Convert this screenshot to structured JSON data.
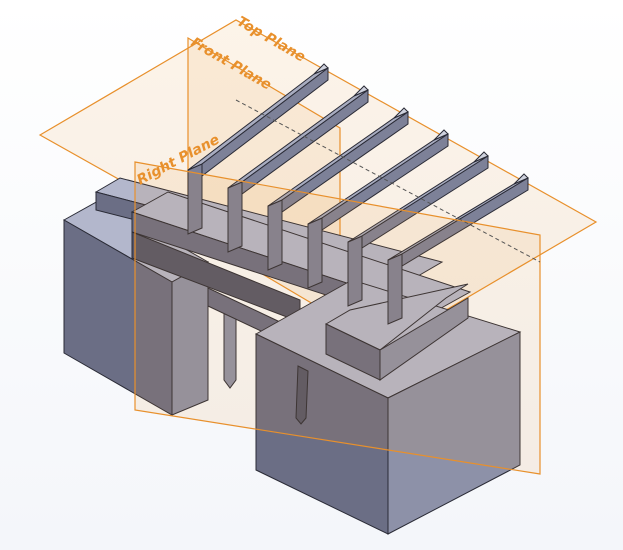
{
  "viewport": {
    "background": "#ffffff",
    "plane_color": "#e8902c",
    "plane_fill": "rgba(232,144,44,0.10)",
    "body_colors": {
      "top": "#b3b7cc",
      "front": "#6b6e85",
      "side": "#8d91a8",
      "dark": "#54566a"
    },
    "pin_colors": {
      "top": "#a8acc0",
      "side": "#7d8198",
      "end": "#cfd2de"
    }
  },
  "planes": {
    "top": {
      "label": "Top Plane"
    },
    "front": {
      "label": "Front Plane"
    },
    "right": {
      "label": "Right Plane"
    }
  },
  "model": {
    "pin_count": 6
  }
}
